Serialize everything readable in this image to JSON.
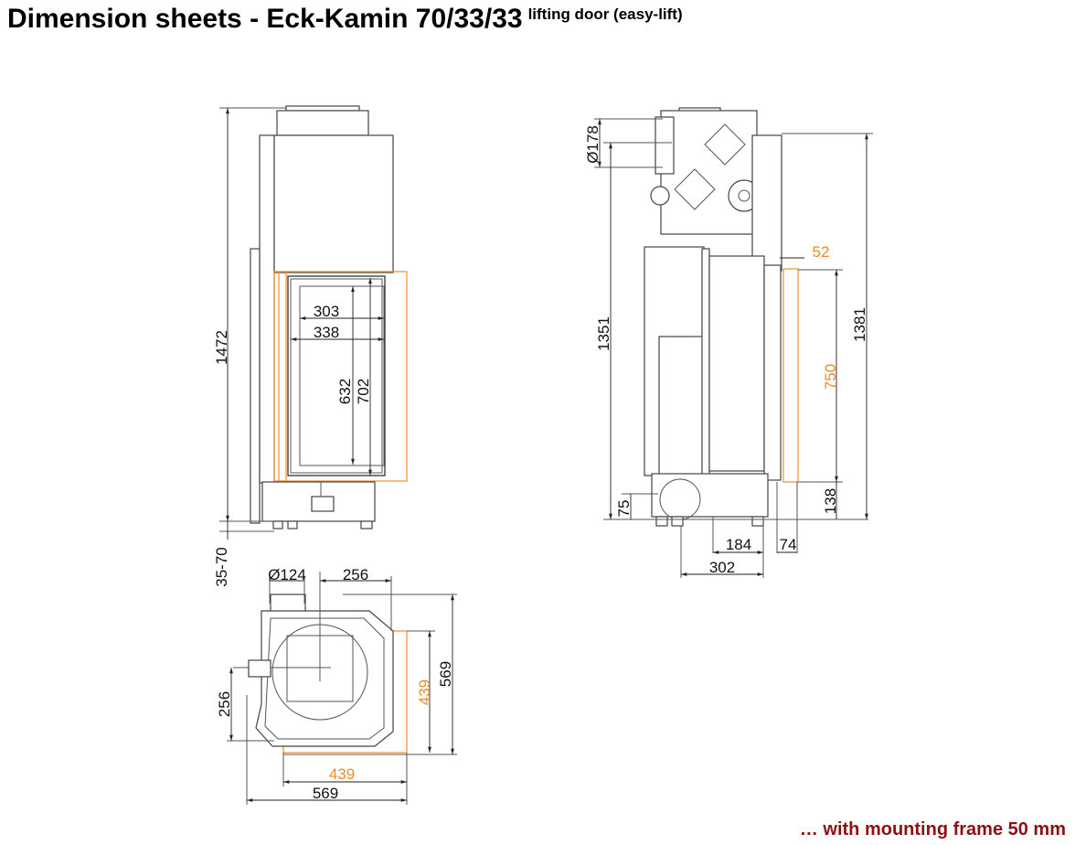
{
  "header": {
    "title": "Dimension sheets - Eck-Kamin 70/33/33",
    "subtitle": "lifting door (easy-lift)"
  },
  "footer": {
    "note": "… with mounting frame 50 mm"
  },
  "colors": {
    "mounting_frame": "#f08a24",
    "footer_text": "#8b1212"
  },
  "front_view": {
    "total_height": "1472",
    "feet_adjust": "35-70",
    "glass_width": "303",
    "door_width": "338",
    "glass_height": "632",
    "door_height": "702"
  },
  "side_view": {
    "flue_diameter": "Ø178",
    "flue_height": "1351",
    "total_height": "1381",
    "frame_height": "750",
    "frame_offset_top": "52",
    "frame_bottom": "138",
    "air_inlet_height": "75",
    "depth_184": "184",
    "frame_depth": "74",
    "depth_302": "302"
  },
  "plan_view": {
    "flue_diameter": "Ø124",
    "flue_offset_x": "256",
    "flue_offset_y": "256",
    "frame_depth": "439",
    "frame_width": "439",
    "overall_depth": "569",
    "overall_width": "569"
  }
}
